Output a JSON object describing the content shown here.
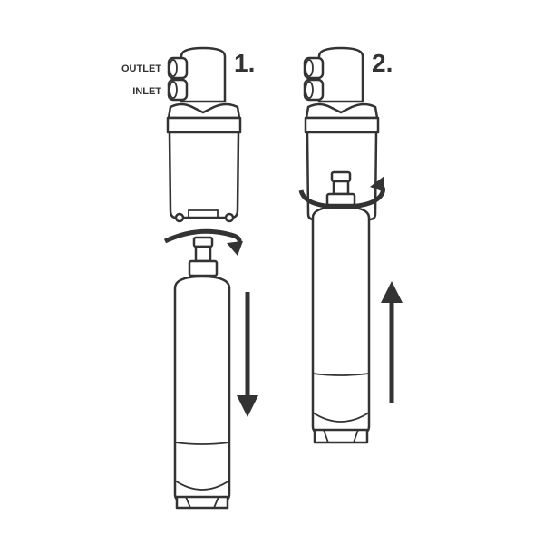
{
  "labels": {
    "outlet": "OUTLET",
    "inlet": "INLET"
  },
  "steps": [
    {
      "number": "1."
    },
    {
      "number": "2."
    }
  ],
  "colors": {
    "line": "#333333",
    "background": "#ffffff"
  }
}
